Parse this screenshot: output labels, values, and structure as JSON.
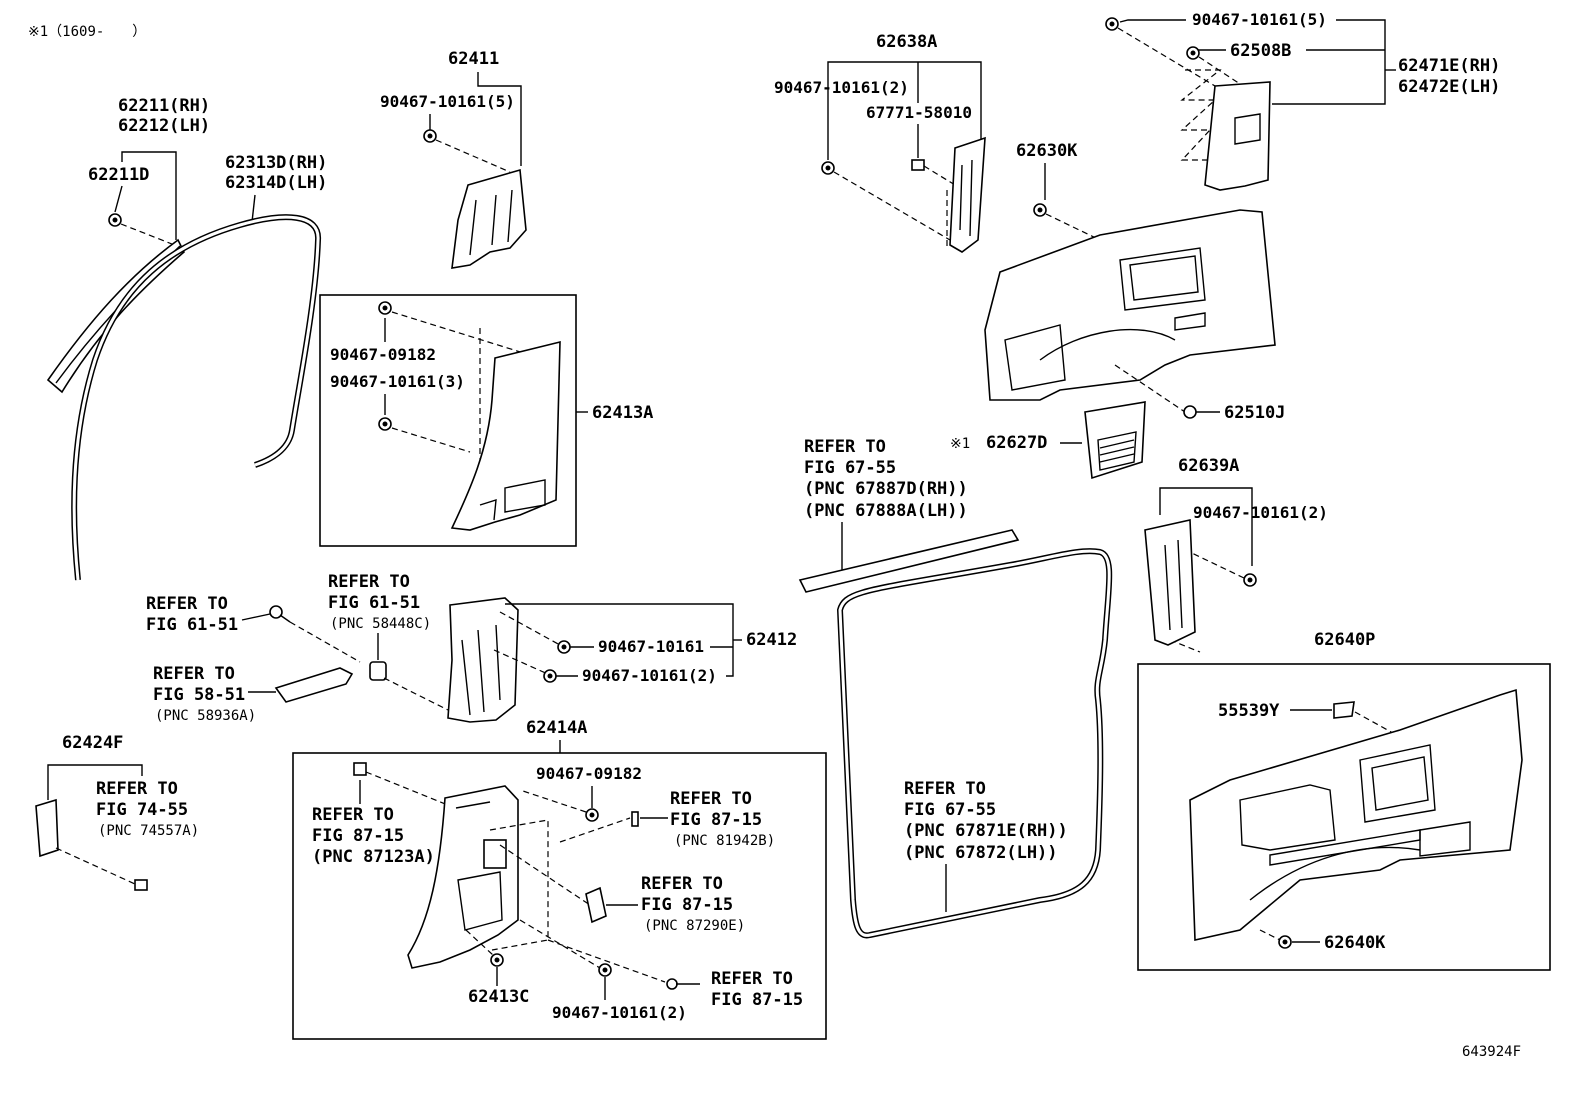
{
  "note": "※1（1609-　　）",
  "figure_id": "643924F",
  "labels": {
    "p62211": "62211(RH)",
    "p62212": "62212(LH)",
    "p62211d": "62211D",
    "p62313d": "62313D(RH)",
    "p62314d": "62314D(LH)",
    "p62411": "62411",
    "p62411_clip": "90467-10161(5)",
    "p62413a": "62413A",
    "p62413a_clip1": "90467-09182",
    "p62413a_clip2": "90467-10161(3)",
    "p62638a": "62638A",
    "p62638a_clip1": "90467-10161(2)",
    "p62638a_clip2": "67771-58010",
    "p62471e_clip1": "90467-10161(5)",
    "p62508b": "62508B",
    "p62471e": "62471E(RH)",
    "p62472e": "62472E(LH)",
    "p62630k": "62630K",
    "p62510j": "62510J",
    "p62627d_mark": "※1",
    "p62627d": "62627D",
    "p62639a": "62639A",
    "p62639a_clip": "90467-10161(2)",
    "p62640p": "62640P",
    "p55539y": "55539Y",
    "p62640k": "62640K",
    "p62412": "62412",
    "p62412_clip1": "90467-10161",
    "p62412_clip2": "90467-10161(2)",
    "p62414a": "62414A",
    "p62414a_clip": "90467-09182",
    "p62413c": "62413C",
    "p62414a_clip2": "90467-10161(2)",
    "p62424f": "62424F"
  },
  "refs": {
    "r_61_51_a": [
      "REFER TO",
      "FIG 61-51"
    ],
    "r_61_51_b": [
      "REFER TO",
      "FIG 61-51",
      "(PNC 58448C)"
    ],
    "r_58_51": [
      "REFER TO",
      "FIG 58-51",
      "(PNC 58936A)"
    ],
    "r_74_55": [
      "REFER TO",
      "FIG 74-55",
      "(PNC 74557A)"
    ],
    "r_87_15_a": [
      "REFER TO",
      "FIG 87-15",
      "(PNC 87123A)"
    ],
    "r_87_15_b": [
      "REFER TO",
      "FIG 87-15",
      "(PNC 81942B)"
    ],
    "r_87_15_c": [
      "REFER TO",
      "FIG 87-15",
      "(PNC 87290E)"
    ],
    "r_87_15_d": [
      "REFER TO",
      "FIG 87-15"
    ],
    "r_67_55_a": [
      "REFER TO",
      "FIG 67-55",
      "(PNC 67887D(RH))",
      "(PNC 67888A(LH))"
    ],
    "r_67_55_b": [
      "REFER TO",
      "FIG 67-55",
      "(PNC 67871E(RH))",
      "(PNC 67872(LH))"
    ]
  }
}
